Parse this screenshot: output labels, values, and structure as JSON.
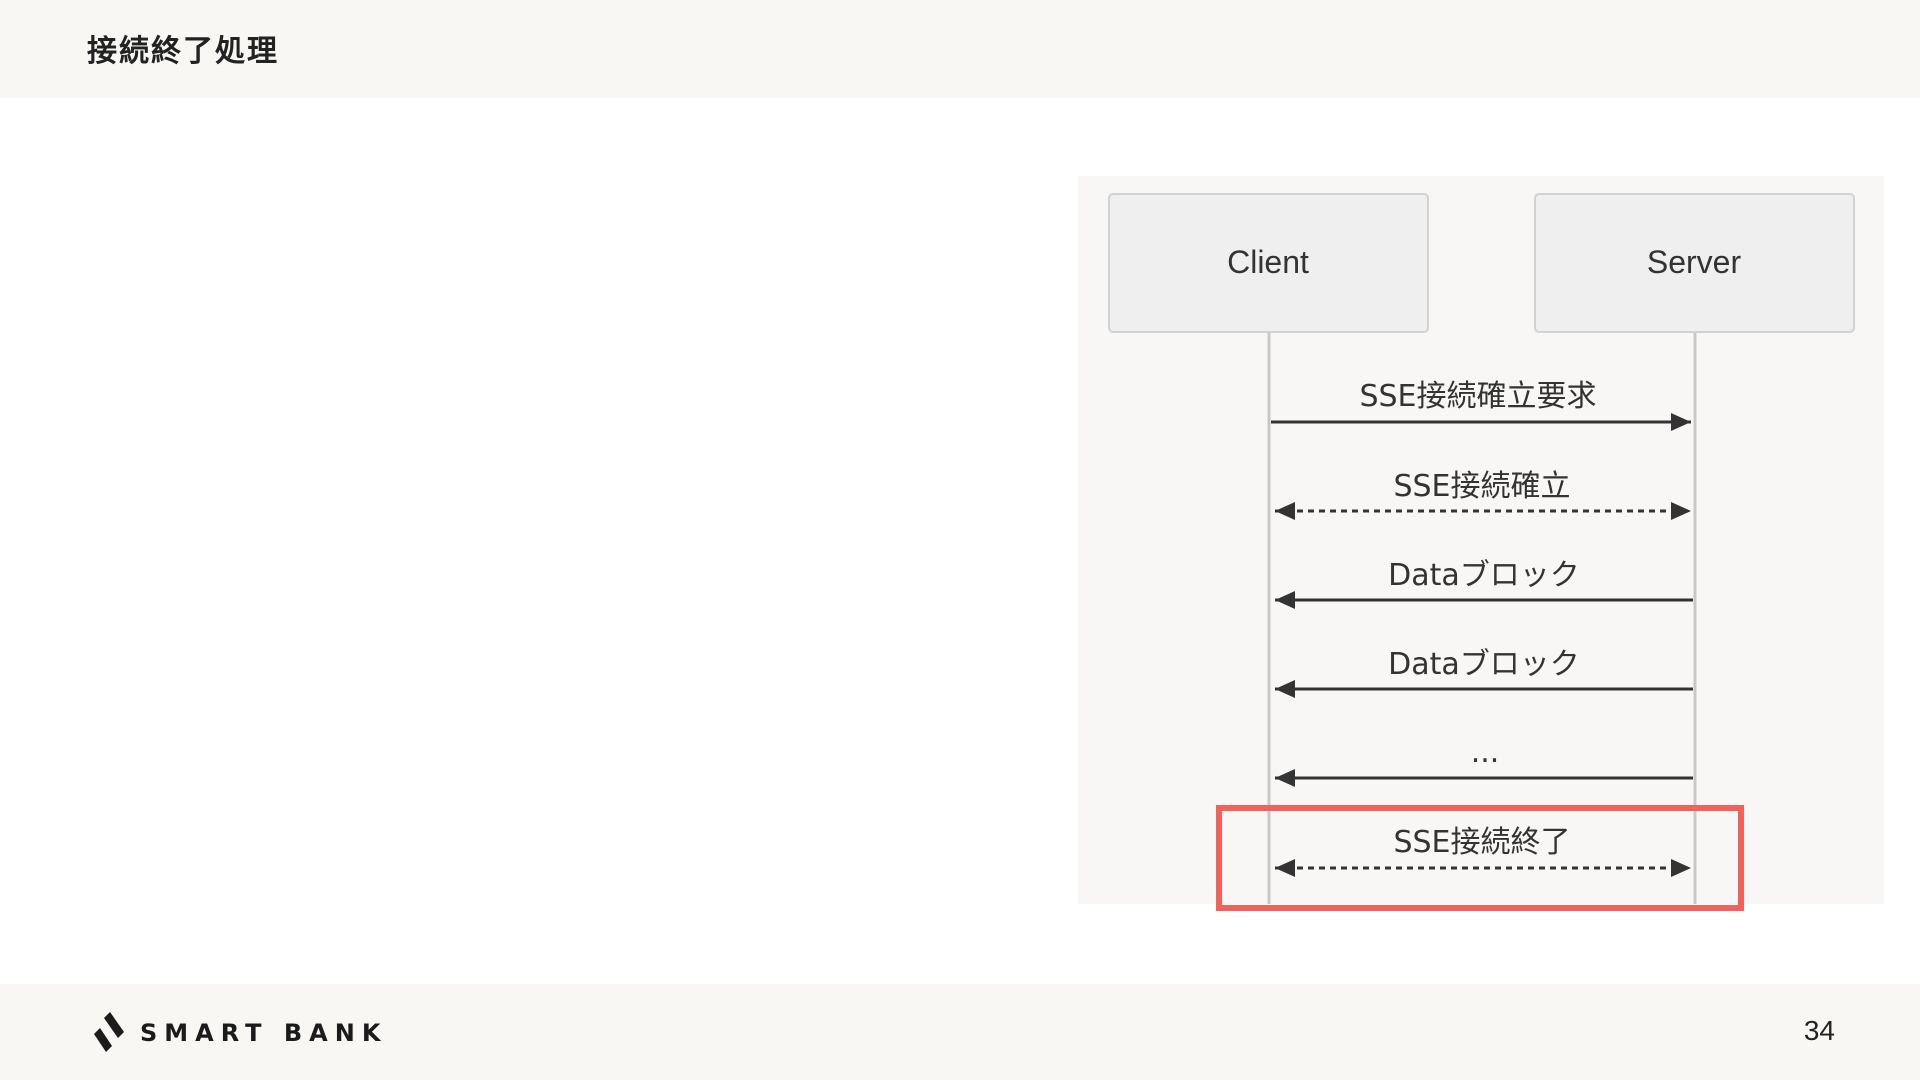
{
  "header": {
    "title": "接続終了処理"
  },
  "diagram": {
    "participants": [
      {
        "name": "Client"
      },
      {
        "name": "Server"
      }
    ],
    "messages": [
      {
        "label": "SSE接続確立要求",
        "from": "Client",
        "to": "Server",
        "style": "solid"
      },
      {
        "label": "SSE接続確立",
        "from": "Client",
        "to": "Server",
        "style": "dashed-bidirectional"
      },
      {
        "label": "Dataブロック",
        "from": "Server",
        "to": "Client",
        "style": "solid"
      },
      {
        "label": "Dataブロック",
        "from": "Server",
        "to": "Client",
        "style": "solid"
      },
      {
        "label": "...",
        "from": "Server",
        "to": "Client",
        "style": "solid"
      },
      {
        "label": "SSE接続終了",
        "from": "Client",
        "to": "Server",
        "style": "dashed-bidirectional",
        "highlighted": true
      }
    ],
    "highlight_color": "#f0625a",
    "line_color": "#333333"
  },
  "footer": {
    "logo_text": "SMART BANK",
    "page_number": "34"
  }
}
